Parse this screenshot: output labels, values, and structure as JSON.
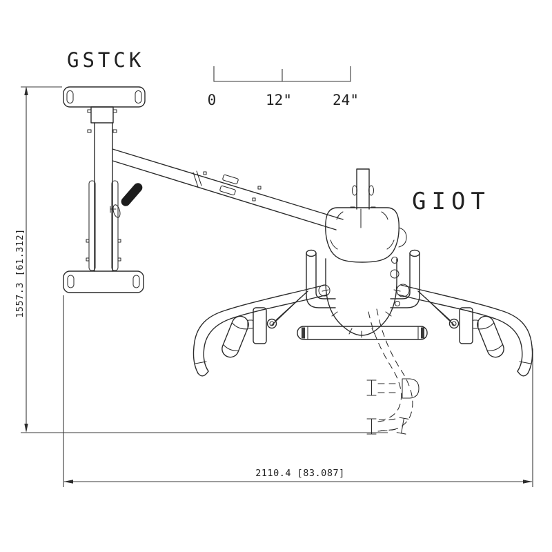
{
  "page": {
    "background": "#ffffff",
    "ink": "#2b2b2b",
    "dimension_ink": "#3a3a3a"
  },
  "labels": {
    "weight_stack": "GSTCK",
    "machine": "GIOT"
  },
  "scale_bar": {
    "tick_0": "0",
    "tick_12": "12\"",
    "tick_24": "24\""
  },
  "dimensions": {
    "overall_height": "1557.3 [61.312]",
    "overall_width": "2110.4 [83.087]"
  }
}
